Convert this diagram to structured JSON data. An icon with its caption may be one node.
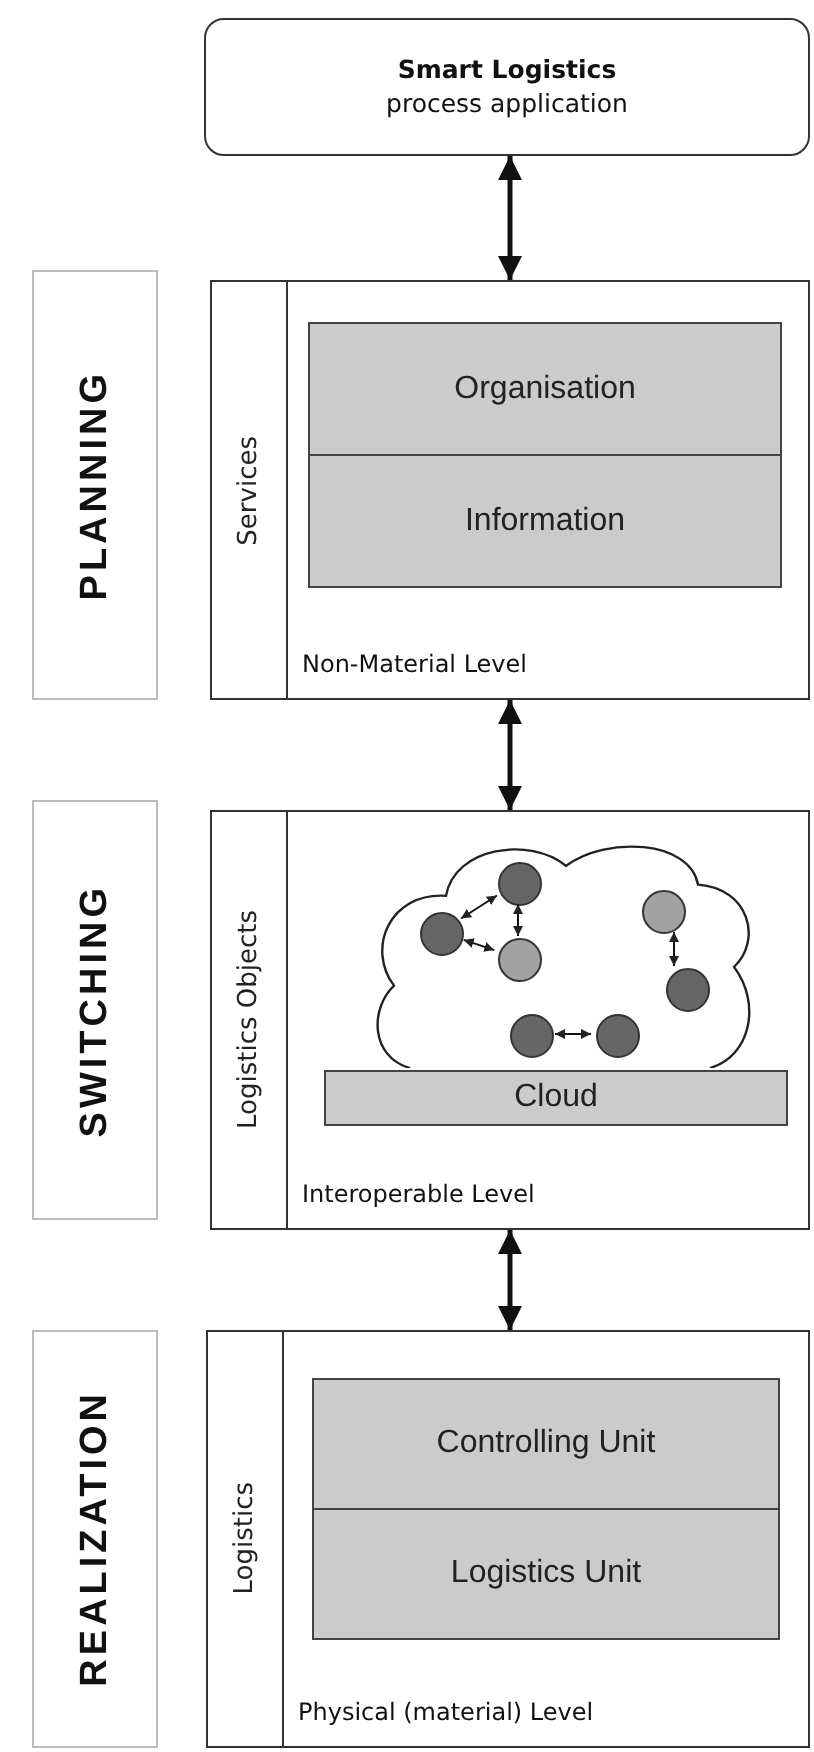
{
  "diagram": {
    "nodes": [
      {
        "text": [
          "Smart Logistics",
          "process application"
        ]
      },
      {
        "text": [
          "PLANNING"
        ]
      },
      {
        "text": [
          "Non-Material Level"
        ]
      },
      {
        "text": [
          "Services"
        ],
        "in": 2
      },
      {
        "text": [
          "Organisation"
        ],
        "in": 2
      },
      {
        "text": [
          "Information"
        ],
        "in": 2
      },
      {
        "text": [
          "SWITCHING"
        ]
      },
      {
        "text": [
          "Interoperable Level"
        ]
      },
      {
        "text": [
          "Logistics Objects"
        ],
        "in": 7
      },
      {
        "text": [],
        "shape": "cloud",
        "in": 7
      },
      {
        "text": [
          "Cloud"
        ],
        "in": 7
      },
      {
        "text": [],
        "shape": "circle",
        "in": 9
      },
      {
        "text": [],
        "shape": "circle",
        "in": 9
      },
      {
        "text": [],
        "shape": "circle",
        "in": 9
      },
      {
        "text": [],
        "shape": "circle",
        "in": 9
      },
      {
        "text": [],
        "shape": "circle",
        "in": 9
      },
      {
        "text": [],
        "shape": "circle",
        "in": 9
      },
      {
        "text": [],
        "shape": "circle",
        "in": 9
      },
      {
        "text": [
          "REALIZATION"
        ]
      },
      {
        "text": [
          "Physical (material) Level"
        ]
      },
      {
        "text": [
          "Logistics"
        ],
        "in": 19
      },
      {
        "text": [
          "Controlling Unit"
        ],
        "in": 19
      },
      {
        "text": [
          "Logistics Unit"
        ],
        "in": 19
      }
    ],
    "edges": [
      {
        "from": 0,
        "to": 2,
        "arrow": "both",
        "style": "thick"
      },
      {
        "from": 2,
        "to": 7,
        "arrow": "both",
        "style": "thick"
      },
      {
        "from": 7,
        "to": 19,
        "arrow": "both",
        "style": "thick"
      },
      {
        "from": 11,
        "to": 12,
        "arrow": "both"
      },
      {
        "from": 11,
        "to": 13,
        "arrow": "both"
      },
      {
        "from": 12,
        "to": 13,
        "arrow": "both"
      },
      {
        "from": 14,
        "to": 15,
        "arrow": "both"
      },
      {
        "from": 16,
        "to": 17,
        "arrow": "both"
      }
    ]
  }
}
